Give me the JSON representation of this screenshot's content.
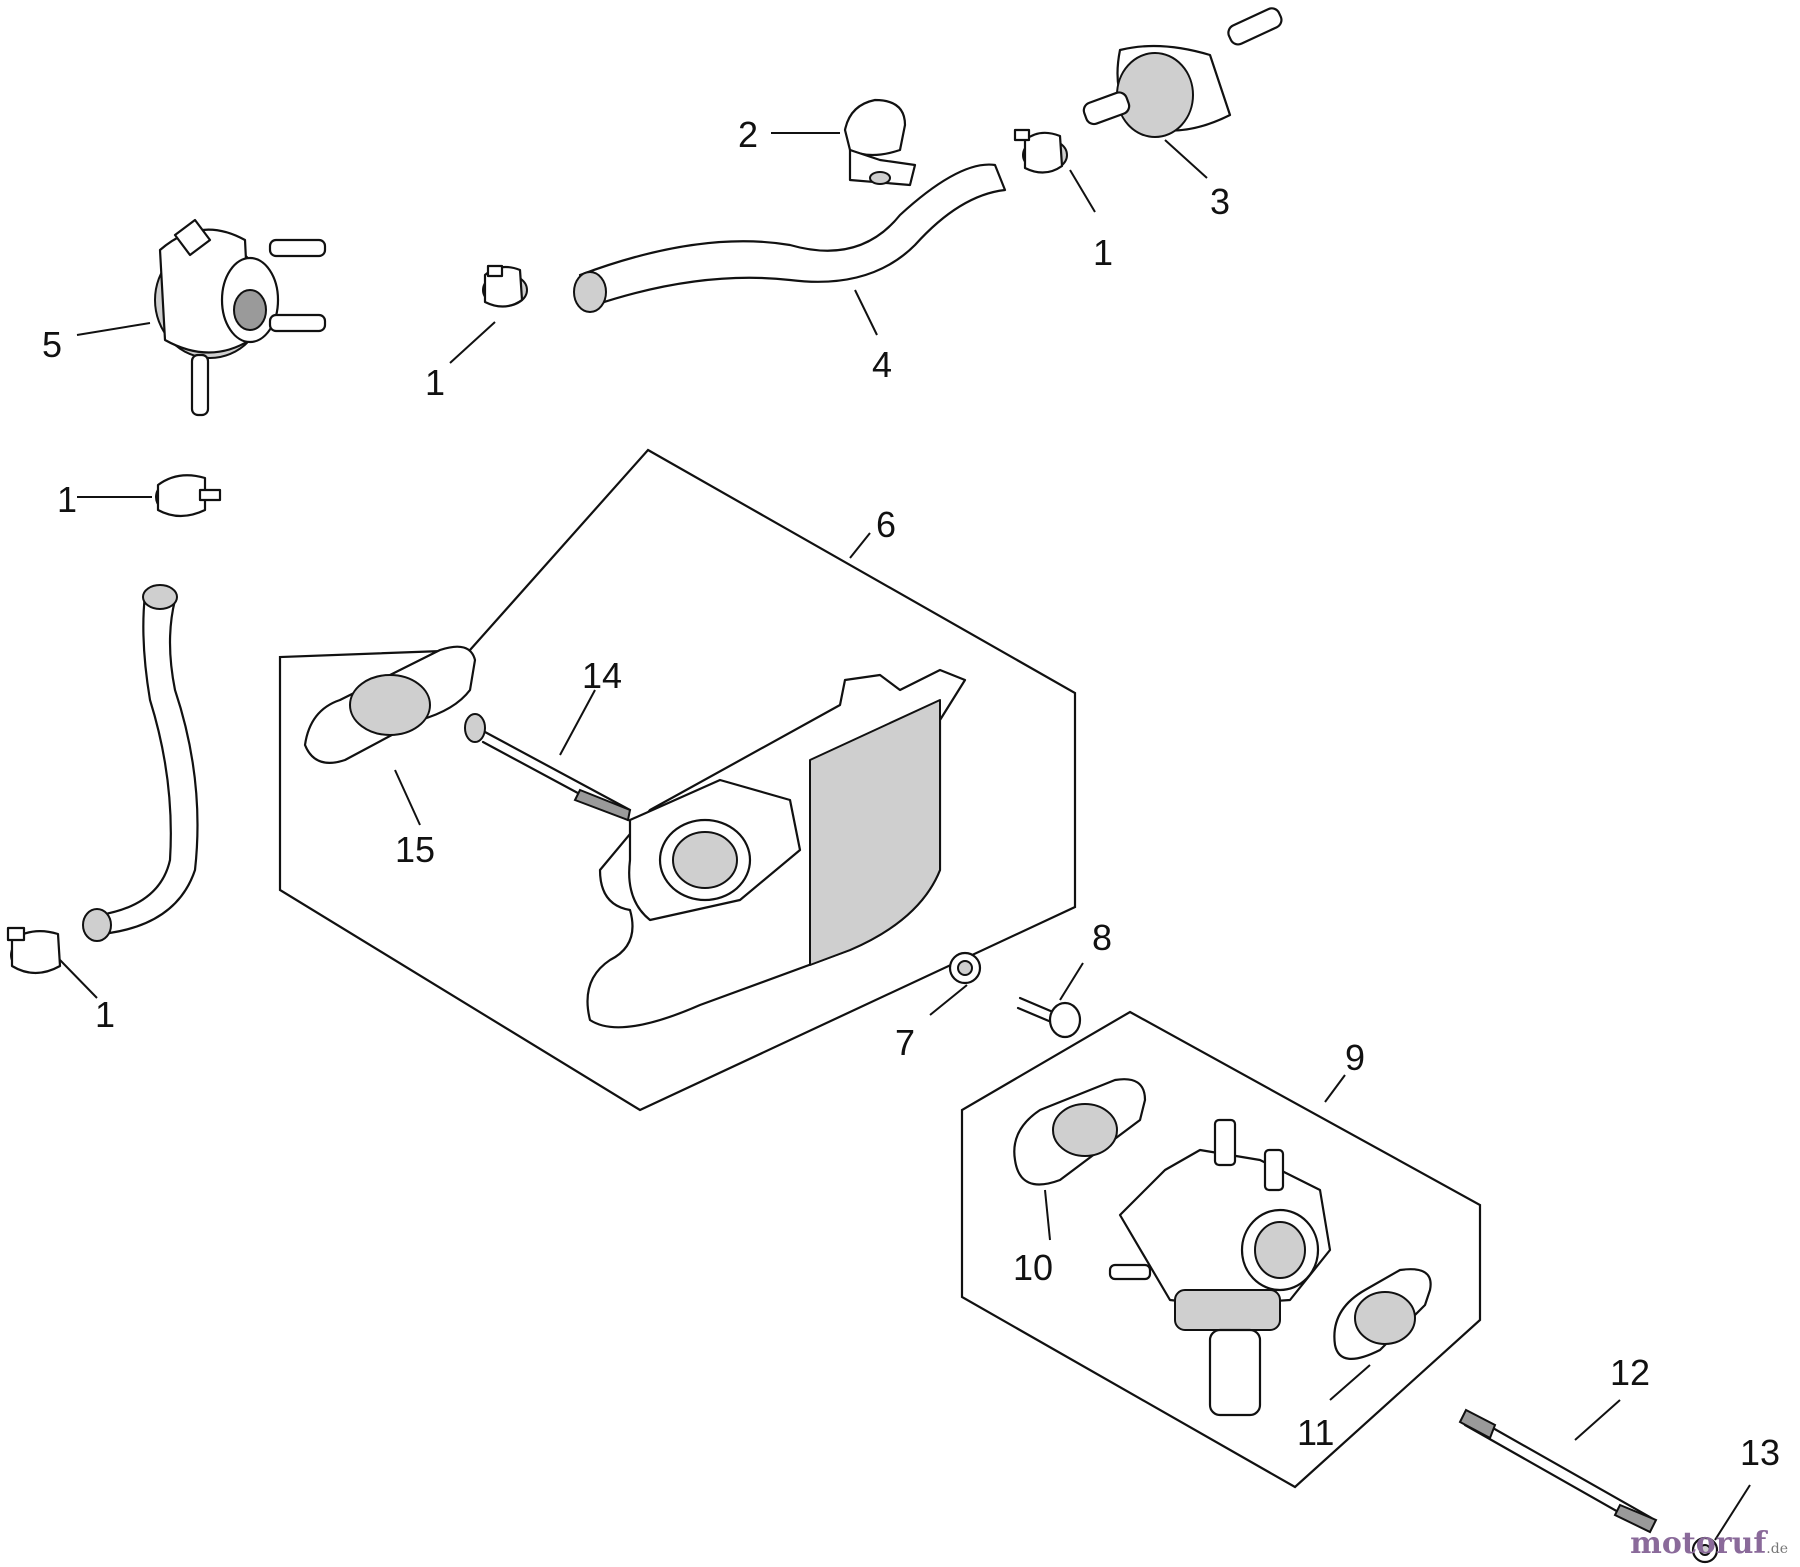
{
  "diagram": {
    "callouts": [
      {
        "id": "c1a",
        "label": "1"
      },
      {
        "id": "c1b",
        "label": "1"
      },
      {
        "id": "c1c",
        "label": "1"
      },
      {
        "id": "c1d",
        "label": "1"
      },
      {
        "id": "c2",
        "label": "2"
      },
      {
        "id": "c3",
        "label": "3"
      },
      {
        "id": "c4",
        "label": "4"
      },
      {
        "id": "c5",
        "label": "5"
      },
      {
        "id": "c6",
        "label": "6"
      },
      {
        "id": "c7",
        "label": "7"
      },
      {
        "id": "c8",
        "label": "8"
      },
      {
        "id": "c9",
        "label": "9"
      },
      {
        "id": "c10",
        "label": "10"
      },
      {
        "id": "c11",
        "label": "11"
      },
      {
        "id": "c12",
        "label": "12"
      },
      {
        "id": "c13",
        "label": "13"
      },
      {
        "id": "c14",
        "label": "14"
      },
      {
        "id": "c15",
        "label": "15"
      }
    ]
  },
  "watermark": {
    "brand": "motoruf",
    "tld": ".de",
    "color": "#8a6a9a"
  }
}
